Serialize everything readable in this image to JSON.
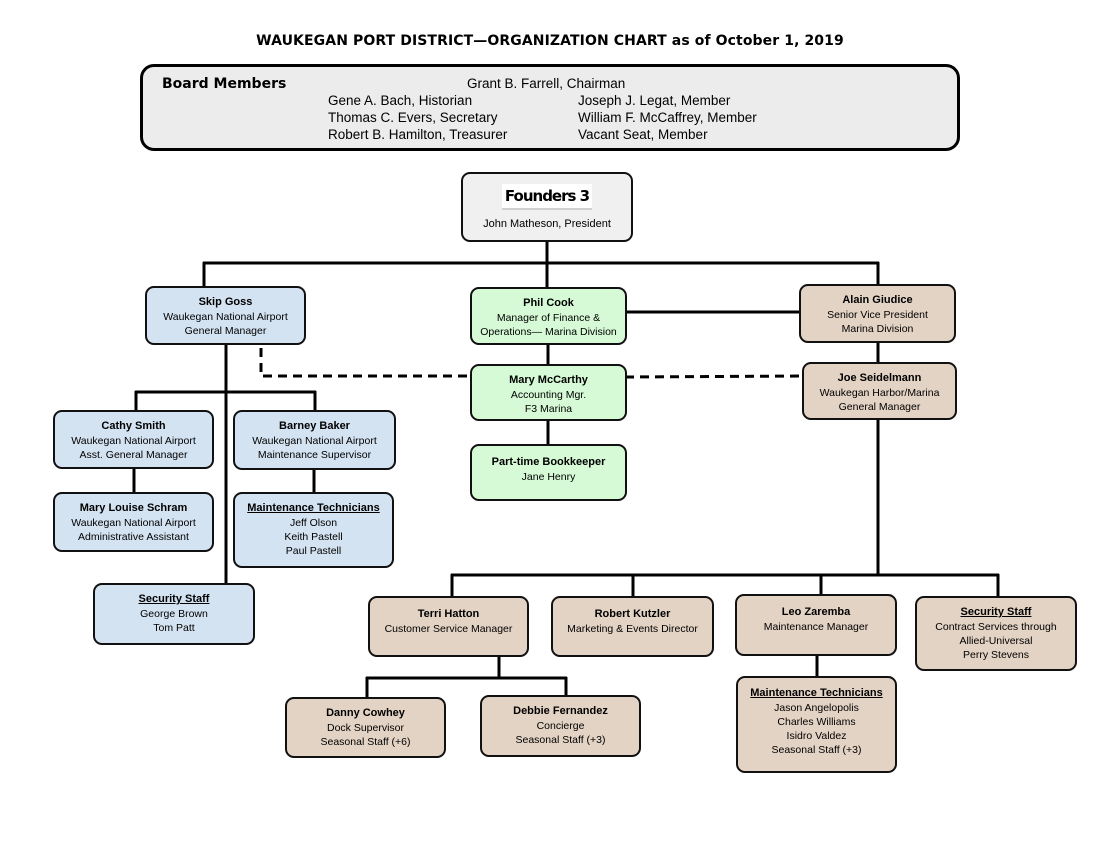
{
  "title": "WAUKEGAN PORT DISTRICT—ORGANIZATION CHART as of October 1, 2019",
  "board": {
    "heading": "Board Members",
    "chairman": "Grant B. Farrell, Chairman",
    "left": [
      "Gene A. Bach, Historian",
      "Thomas C. Evers, Secretary",
      "Robert B. Hamilton, Treasurer"
    ],
    "right": [
      "Joseph J. Legat, Member",
      "William F. McCaffrey, Member",
      "Vacant Seat, Member"
    ]
  },
  "president": {
    "logo": "Founders 3",
    "line": "John Matheson, President"
  },
  "skip_goss": {
    "name": "Skip Goss",
    "lines": [
      "Waukegan National Airport",
      "General Manager"
    ]
  },
  "phil_cook": {
    "name": "Phil Cook",
    "lines": [
      "Manager of Finance &",
      "Operations— Marina Division"
    ]
  },
  "alain_giudice": {
    "name": "Alain Giudice",
    "lines": [
      "Senior Vice President",
      "Marina Division"
    ]
  },
  "mary_mccarthy": {
    "name": "Mary McCarthy",
    "lines": [
      "Accounting Mgr.",
      "F3 Marina"
    ]
  },
  "bookkeeper": {
    "name": "Part-time Bookkeeper",
    "lines": [
      "Jane Henry"
    ]
  },
  "joe_seidelmann": {
    "name": "Joe Seidelmann",
    "lines": [
      "Waukegan Harbor/Marina",
      "General Manager"
    ]
  },
  "cathy_smith": {
    "name": "Cathy Smith",
    "lines": [
      "Waukegan National Airport",
      "Asst. General Manager"
    ]
  },
  "barney_baker": {
    "name": "Barney Baker",
    "lines": [
      "Waukegan  National Airport",
      "Maintenance Supervisor"
    ]
  },
  "mary_louise": {
    "name": "Mary Louise Schram",
    "lines": [
      "Waukegan National Airport",
      "Administrative  Assistant"
    ]
  },
  "airport_maint": {
    "name": "Maintenance Technicians",
    "lines": [
      "Jeff Olson",
      "Keith Pastell",
      "Paul Pastell"
    ]
  },
  "airport_security": {
    "name": "Security Staff",
    "lines": [
      "George Brown",
      "Tom Patt"
    ]
  },
  "terri_hatton": {
    "name": "Terri Hatton",
    "lines": [
      "Customer Service Manager"
    ]
  },
  "robert_kutzler": {
    "name": "Robert Kutzler",
    "lines": [
      "Marketing & Events Director"
    ]
  },
  "leo_zaremba": {
    "name": "Leo Zaremba",
    "lines": [
      "Maintenance Manager"
    ]
  },
  "marina_security": {
    "name": "Security Staff",
    "lines": [
      "Contract Services through",
      "Allied-Universal",
      "Perry Stevens"
    ]
  },
  "danny_cowhey": {
    "name": "Danny Cowhey",
    "lines": [
      "Dock Supervisor",
      "Seasonal Staff (+6)"
    ]
  },
  "debbie_fernandez": {
    "name": "Debbie Fernandez",
    "lines": [
      "Concierge",
      "Seasonal Staff (+3)"
    ]
  },
  "marina_maint": {
    "name": "Maintenance Technicians",
    "lines": [
      "Jason Angelopolis",
      "Charles Williams",
      "Isidro Valdez",
      "Seasonal Staff (+3)"
    ]
  }
}
